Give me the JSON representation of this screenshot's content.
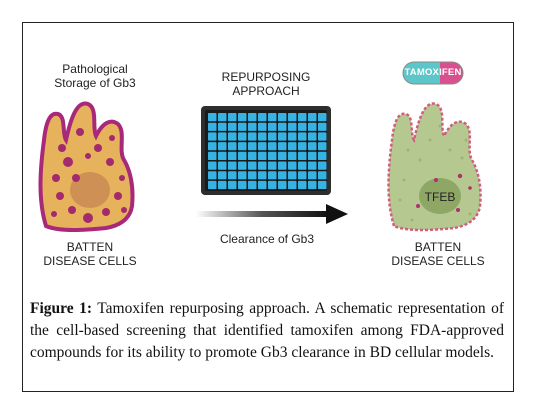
{
  "left": {
    "title_line1": "Pathological",
    "title_line2": "Storage of Gb3",
    "bottom_line1": "BATTEN",
    "bottom_line2": "DISEASE CELLS"
  },
  "middle": {
    "title_line1": "REPURPOSING",
    "title_line2": "APPROACH",
    "arrow_label": "Clearance of Gb3"
  },
  "right": {
    "pill_label": "TAMOXIFEN",
    "nucleus_label": "TFEB",
    "bottom_line1": "BATTEN",
    "bottom_line2": "DISEASE CELLS"
  },
  "caption": {
    "figure_label": "Figure 1:",
    "text": "Tamoxifen repurposing approach. A schematic representation of the cell-based screening that identified tamoxifen among FDA-approved compounds for its ability to promote Gb3 clearance in BD cellular models."
  },
  "colors": {
    "left_cell_fill": "#e6b25c",
    "left_cell_border": "#a8287a",
    "granule": "#a32a6d",
    "right_cell_fill": "#b5c890",
    "plate_wells": "#36b3e3",
    "plate_body": "#2e2e2e",
    "pill_teal": "#5cc6c9",
    "pill_pink": "#d9508f"
  }
}
